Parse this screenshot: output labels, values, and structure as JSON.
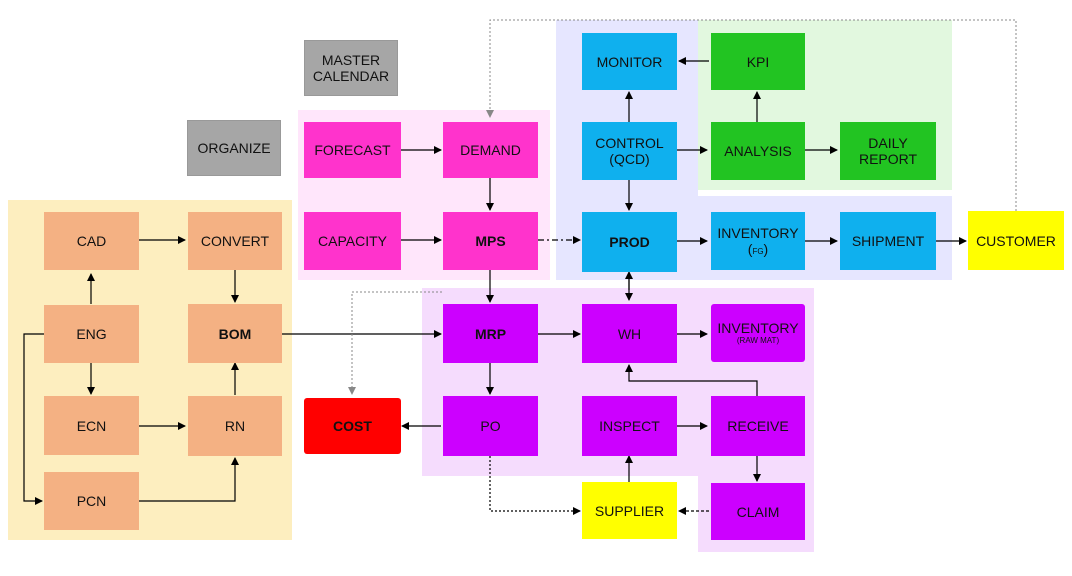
{
  "nodes": {
    "master_calendar": {
      "line1": "MASTER",
      "line2": "CALENDAR"
    },
    "organize": "ORGANIZE",
    "forecast": "FORECAST",
    "demand": "DEMAND",
    "capacity": "CAPACITY",
    "mps": "MPS",
    "monitor": "MONITOR",
    "kpi": "KPI",
    "control": {
      "line1": "CONTROL",
      "line2": "(QCD)"
    },
    "analysis": "ANALYSIS",
    "daily_report": {
      "line1": "DAILY",
      "line2": "REPORT"
    },
    "prod": "PROD",
    "inventory_fg": {
      "line1": "INVENTORY",
      "line2_open": "(",
      "line2_small": "FG",
      "line2_close": ")"
    },
    "shipment": "SHIPMENT",
    "customer": "CUSTOMER",
    "cad": "CAD",
    "convert": "CONVERT",
    "eng": "ENG",
    "bom": "BOM",
    "ecn": "ECN",
    "rn": "RN",
    "pcn": "PCN",
    "mrp": "MRP",
    "wh": "WH",
    "inventory_raw": {
      "line1": "INVENTORY",
      "line2": "(RAW MAT)"
    },
    "cost": "COST",
    "po": "PO",
    "inspect": "INSPECT",
    "receive": "RECEIVE",
    "supplier": "SUPPLIER",
    "claim": "CLAIM"
  },
  "colors": {
    "planning_group": "#ffe6fb",
    "control_group": "#e6e6ff",
    "report_group": "#e2f8df",
    "purchasing_group": "#f5dcfd",
    "engineering_group": "#fdeebf",
    "pink_box": "#ff33cc",
    "purple_box": "#cc00ff",
    "blue_box": "#0fb0ee",
    "green_box": "#22c422",
    "peach_box": "#f4b183",
    "yellow_box": "#ffff00",
    "red_box": "#ff0000",
    "gray_box": "#a6a6a6"
  }
}
